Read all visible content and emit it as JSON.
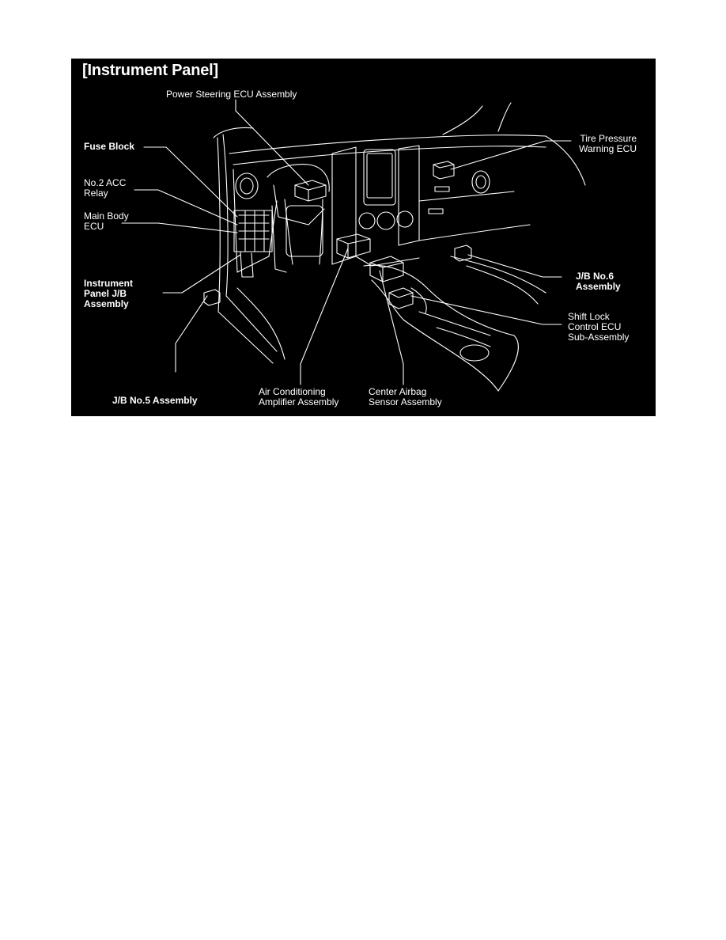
{
  "diagram": {
    "title": "[Instrument Panel]",
    "labels": {
      "power_steering": "Power Steering ECU Assembly",
      "fuse_block": "Fuse Block",
      "no2_acc_relay": [
        "No.2 ACC",
        "Relay"
      ],
      "main_body_ecu": [
        "Main Body",
        "ECU"
      ],
      "instrument_panel_jb": [
        "Instrument",
        "Panel J/B",
        "Assembly"
      ],
      "jb_no5": "J/B No.5 Assembly",
      "air_conditioning": [
        "Air Conditioning",
        "Amplifier Assembly"
      ],
      "center_airbag": [
        "Center Airbag",
        "Sensor Assembly"
      ],
      "tire_pressure": [
        "Tire Pressure",
        "Warning ECU"
      ],
      "jb_no6": [
        "J/B No.6",
        "Assembly"
      ],
      "shift_lock": [
        "Shift Lock",
        "Control ECU",
        "Sub-Assembly"
      ]
    },
    "colors": {
      "background": "#000000",
      "line": "#ffffff",
      "page": "#ffffff"
    }
  }
}
